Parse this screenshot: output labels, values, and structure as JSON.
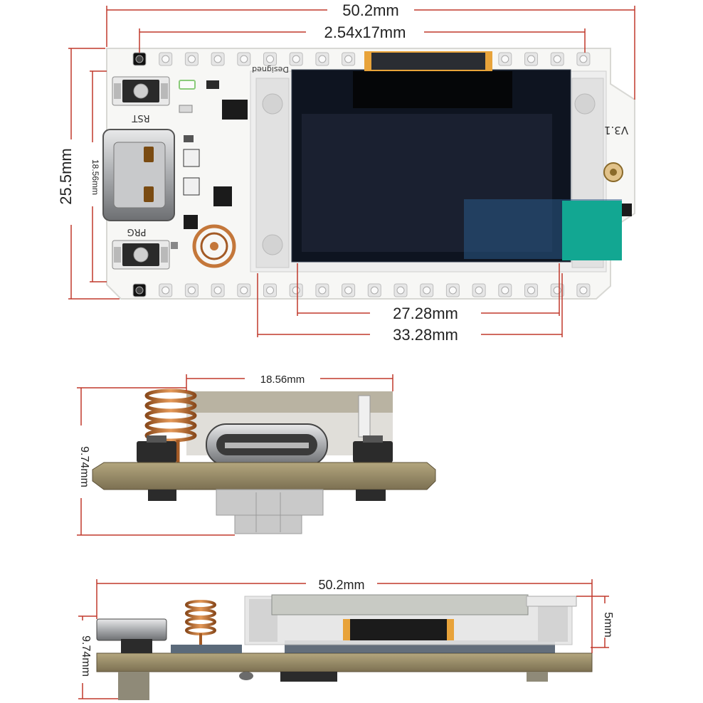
{
  "colors": {
    "dimension_line": "#c0392b",
    "pcb_white": "#f7f7f5",
    "pcb_edge": "#d8d8d4",
    "oled_frame": "#0e1420",
    "oled_screen": "#1a2030",
    "ribbon": "#e8a33a",
    "tab_green": "#12a792",
    "antenna_copper": "#c4773a",
    "pin_hole": "#e6e6e6",
    "pcb_side": "#9a8e6a"
  },
  "top_view": {
    "overall_length": "50.2mm",
    "pin_span": "2.54x17mm",
    "board_width": "25.5mm",
    "inner_width": "18.56mm",
    "screen_width": "27.28mm",
    "module_width": "33.28mm",
    "silk_rst": "RST",
    "silk_prg": "PRG",
    "silk_version": "V3.1",
    "silk_design": "Designed"
  },
  "front_view": {
    "width": "18.56mm",
    "height": "9.74mm"
  },
  "side_view": {
    "length": "50.2mm",
    "height": "9.74mm",
    "screen_height": "5mm"
  }
}
